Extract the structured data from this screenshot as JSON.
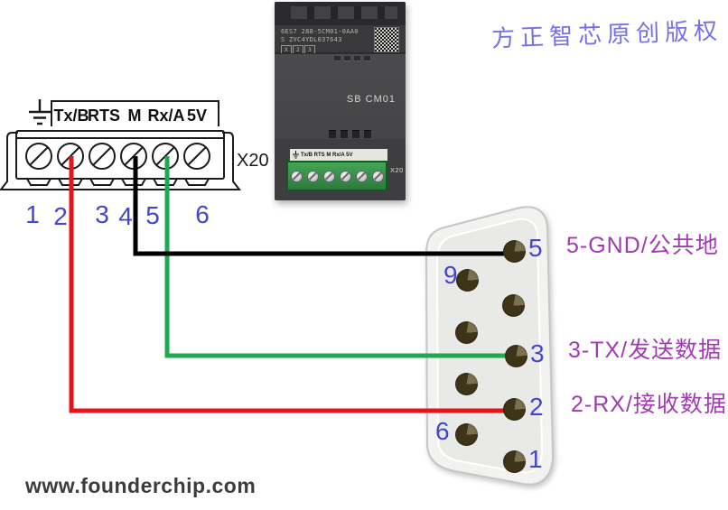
{
  "watermark": {
    "text": "方正智芯原创版权"
  },
  "footer": {
    "website": "www.founderchip.com"
  },
  "terminal_drawing": {
    "x20_label": "X20",
    "signal_labels": [
      "Tx/B",
      "RTS",
      "M",
      "Rx/A",
      "5V"
    ],
    "pin_numbers": [
      "1",
      "2",
      "3",
      "4",
      "5",
      "6"
    ],
    "ground_icon": "earth-ground-icon"
  },
  "module_photo": {
    "order_number": "6ES7 288-5CM01-0AA0",
    "serial_number": "S ZVC4YDL037643",
    "version_row": [
      "X",
      "2",
      "3"
    ],
    "model_name": "SB CM01",
    "strip_labels": "Tx/B RTS M Rx/A 5V",
    "x20_label": "X20"
  },
  "db9": {
    "pin_labels": {
      "pin5": "5",
      "pin9": "9",
      "pin3": "3",
      "pin2": "2",
      "pin6": "6",
      "pin1": "1"
    },
    "annotations": [
      "5-GND/公共地",
      "3-TX/发送数据",
      "2-RX/接收数据"
    ]
  },
  "wires": [
    {
      "name": "gnd-wire",
      "color": "#000000",
      "from": "terminal 4 (M)",
      "to": "DB9 pin 5"
    },
    {
      "name": "tx-wire",
      "color": "#1fa84d",
      "from": "terminal 5 (Rx/A)",
      "to": "DB9 pin 3"
    },
    {
      "name": "rx-wire",
      "color": "#e8141c",
      "from": "terminal 2 (Tx/B)",
      "to": "DB9 pin 2"
    }
  ],
  "colors": {
    "pin_number_blue": "#4446cd",
    "annotation_purple": "#a23ab4",
    "wire_red": "#e8141c",
    "wire_green": "#1fa84d",
    "wire_black": "#000000",
    "watermark_blue": "#7570e8"
  }
}
